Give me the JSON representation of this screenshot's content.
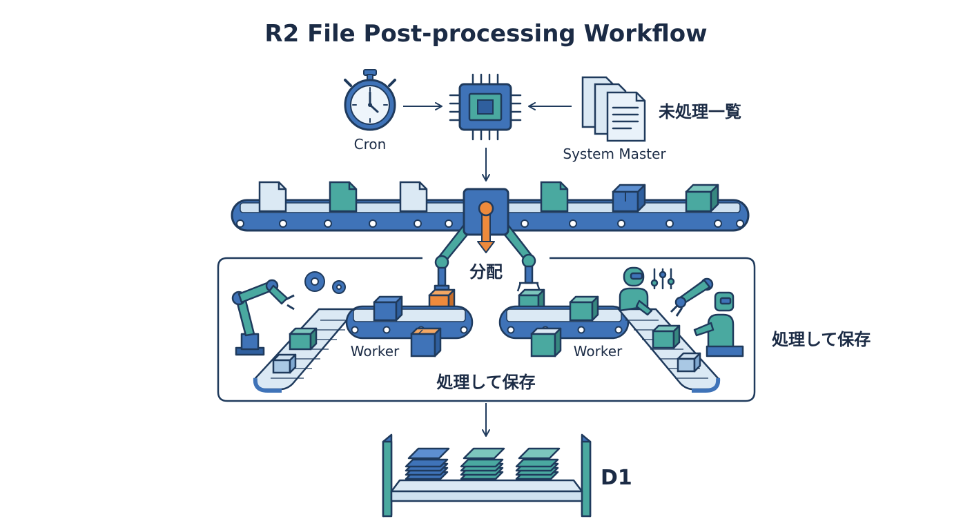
{
  "title": "R2 File Post-processing Workflow",
  "nodes": {
    "cron": "Cron",
    "system_master": "System Master",
    "unprocessed_list": "未処理一覧",
    "distribute": "分配",
    "worker_left": "Worker",
    "worker_right": "Worker",
    "process_save_inner": "処理して保存",
    "process_save_side": "処理して保存",
    "d1": "D1"
  },
  "colors": {
    "outline": "#1f3a5c",
    "blue": "#3f73b8",
    "light_blue": "#dbe9f4",
    "teal": "#4aa9a0",
    "orange": "#ee8a3c",
    "text": "#1b2b45"
  }
}
